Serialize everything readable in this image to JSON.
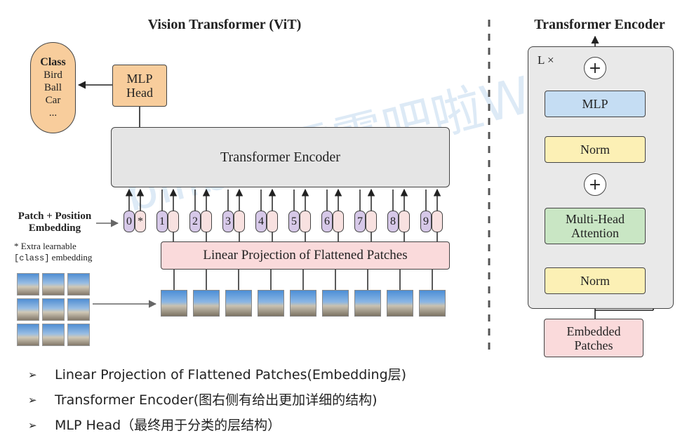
{
  "left_diagram": {
    "title": "Vision Transformer (ViT)",
    "class_box": {
      "title": "Class",
      "items": [
        "Bird",
        "Ball",
        "Car",
        "..."
      ]
    },
    "mlp_head": "MLP\nHead",
    "transformer_encoder": "Transformer Encoder",
    "linear_projection": "Linear Projection of Flattened Patches",
    "patch_position_label": "Patch + Position\nEmbedding",
    "extra_note_prefix": "* Extra learnable",
    "extra_note_class": "[class]",
    "extra_note_suffix": " embedding",
    "tokens": [
      "0",
      "1",
      "2",
      "3",
      "4",
      "5",
      "6",
      "7",
      "8",
      "9"
    ],
    "class_token_marker": "*"
  },
  "right_diagram": {
    "title": "Transformer Encoder",
    "repeat_label": "L ×",
    "mlp": "MLP",
    "norm_top": "Norm",
    "multi_head_attention": "Multi-Head\nAttention",
    "norm_bottom": "Norm",
    "embedded_patches": "Embedded\nPatches",
    "plus_symbol": "+"
  },
  "bullets": [
    "Linear Projection of Flattened Patches(Embedding层)",
    "Transformer Encoder(图右侧有给出更加详细的结构)",
    "MLP Head（最终用于分类的层结构）"
  ],
  "bullet_marker": "➢",
  "watermark": "bilibili 霹雳吧啦Wz"
}
